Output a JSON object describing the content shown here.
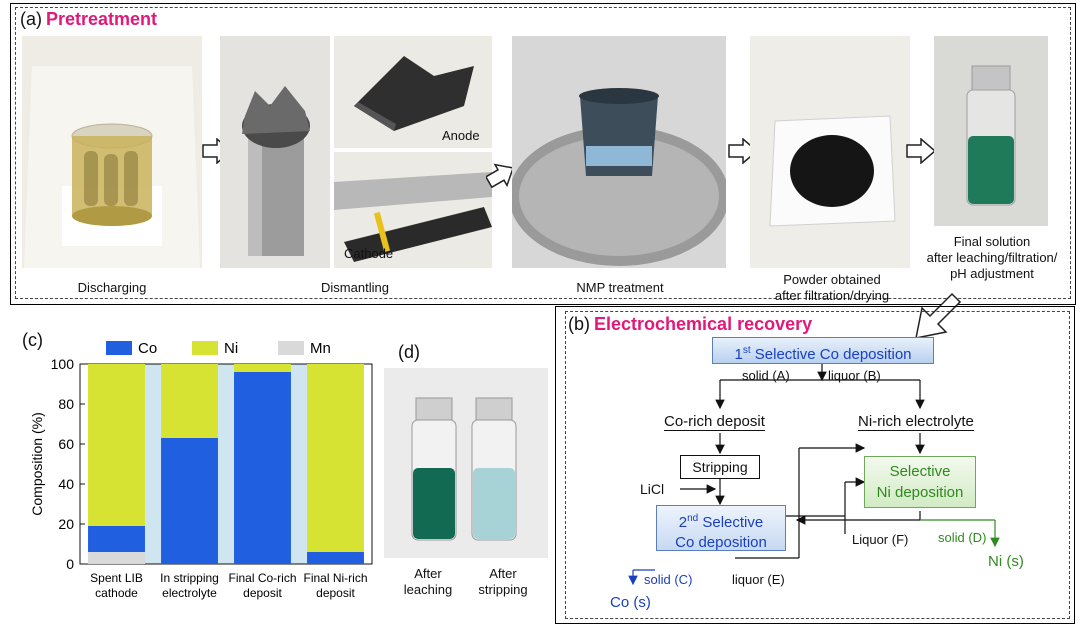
{
  "panel_a": {
    "label": "(a)",
    "title": "Pretreatment",
    "captions": {
      "discharging": "Discharging",
      "dismantling": "Dismantling",
      "nmp": "NMP treatment",
      "powder_1": "Powder obtained",
      "powder_2": "after filtration/drying",
      "final_1": "Final solution",
      "final_2": "after leaching/filtration/",
      "final_3": "pH adjustment",
      "anode": "Anode",
      "cathode": "Cathode"
    }
  },
  "panel_b": {
    "label": "(b)",
    "title": "Electrochemical recovery",
    "first_dep_pre": "1",
    "first_dep_sup": "st",
    "first_dep_post": " Selective Co deposition",
    "solid_a": "solid (A)",
    "liquor_b": "liquor (B)",
    "co_rich": "Co-rich deposit",
    "ni_rich": "Ni-rich electrolyte",
    "stripping": "Stripping",
    "licl": "LiCl",
    "sel_ni_1": "Selective",
    "sel_ni_2": "Ni deposition",
    "second_pre": "2",
    "second_sup": "nd",
    "second_post": " Selective",
    "second_2": "Co deposition",
    "liquor_f": "Liquor (F)",
    "solid_d": "solid (D)",
    "ni_s": "Ni (s)",
    "solid_c": "solid (C)",
    "liquor_e": "liquor (E)",
    "co_s": "Co (s)"
  },
  "panel_c": {
    "label": "(c)",
    "legend": [
      "Co",
      "Ni",
      "Mn"
    ]
  },
  "panel_d": {
    "label": "(d)",
    "after_leaching_1": "After",
    "after_leaching_2": "leaching",
    "after_stripping_1": "After",
    "after_stripping_2": "stripping"
  },
  "colors": {
    "co": "#1f5fe0",
    "ni": "#d6e333",
    "mn": "#d9d9d9",
    "title_magenta": "#e0197a",
    "blue_text": "#1a3fbf",
    "green_text": "#2f8a1f"
  },
  "chart_data": {
    "type": "bar",
    "stacked": true,
    "categories": [
      "Spent LIB cathode",
      "In stripping electrolyte",
      "Final Co-rich deposit",
      "Final Ni-rich deposit"
    ],
    "category_lines": [
      [
        "Spent LIB",
        "cathode"
      ],
      [
        "In stripping",
        "electrolyte"
      ],
      [
        "Final Co-rich",
        "deposit"
      ],
      [
        "Final Ni-rich",
        "deposit"
      ]
    ],
    "series": [
      {
        "name": "Mn",
        "color": "#d9d9d9",
        "values": [
          6,
          0,
          0,
          0
        ]
      },
      {
        "name": "Co",
        "color": "#1f5fe0",
        "values": [
          13,
          63,
          96,
          6
        ]
      },
      {
        "name": "Ni",
        "color": "#d6e333",
        "values": [
          81,
          37,
          4,
          94
        ]
      }
    ],
    "ylabel": "Composition (%)",
    "ylim": [
      0,
      100
    ],
    "yticks": [
      0,
      20,
      40,
      60,
      80,
      100
    ],
    "legend_position": "top"
  }
}
